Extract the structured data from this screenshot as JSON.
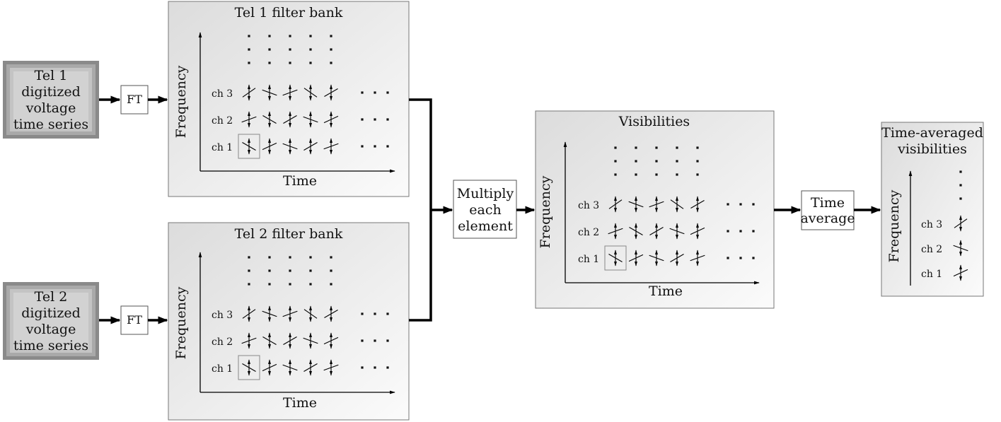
{
  "sources": [
    {
      "lines": [
        "Tel 1",
        "digitized",
        "voltage",
        "time series"
      ]
    },
    {
      "lines": [
        "Tel 2",
        "digitized",
        "voltage",
        "time series"
      ]
    }
  ],
  "ft_label": "FT",
  "filter_banks": [
    {
      "title": "Tel 1 filter bank"
    },
    {
      "title": "Tel 2 filter bank"
    }
  ],
  "axis": {
    "frequency": "Frequency",
    "time": "Time"
  },
  "channels": [
    "ch 1",
    "ch 2",
    "ch 3"
  ],
  "ellipsis": "· · ·",
  "multiply": {
    "lines": [
      "Multiply",
      "each",
      "element"
    ]
  },
  "visibilities": {
    "title": "Visibilities"
  },
  "time_average": {
    "lines": [
      "Time",
      "average"
    ]
  },
  "time_averaged": {
    "lines": [
      "Time-averaged",
      "visibilities"
    ]
  }
}
